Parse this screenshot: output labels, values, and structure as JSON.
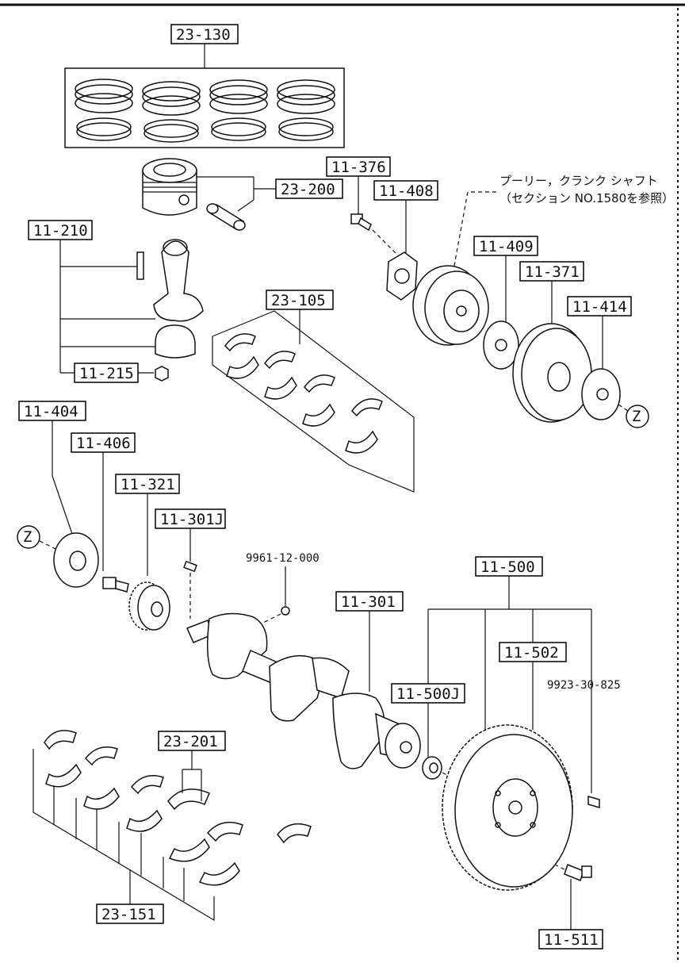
{
  "labels": {
    "l23_130": "23-130",
    "l23_200": "23-200",
    "l11_376": "11-376",
    "l11_408": "11-408",
    "l11_210": "11-210",
    "l11_215": "11-215",
    "l23_105": "23-105",
    "l11_409": "11-409",
    "l11_371": "11-371",
    "l11_414": "11-414",
    "l11_404": "11-404",
    "l11_406": "11-406",
    "l11_321": "11-321",
    "l11_301j": "11-301J",
    "l9961": "9961-12-000",
    "l11_301": "11-301",
    "l11_500": "11-500",
    "l11_502": "11-502",
    "l9923": "9923-30-825",
    "l11_500j": "11-500J",
    "l23_201": "23-201",
    "l23_151": "23-151",
    "l11_511": "11-511"
  },
  "note": {
    "line1": "プーリー，クランク シャフト",
    "line2": "（セクション NO.1580を参照）"
  },
  "markers": {
    "z1": "Z",
    "z2": "Z"
  }
}
